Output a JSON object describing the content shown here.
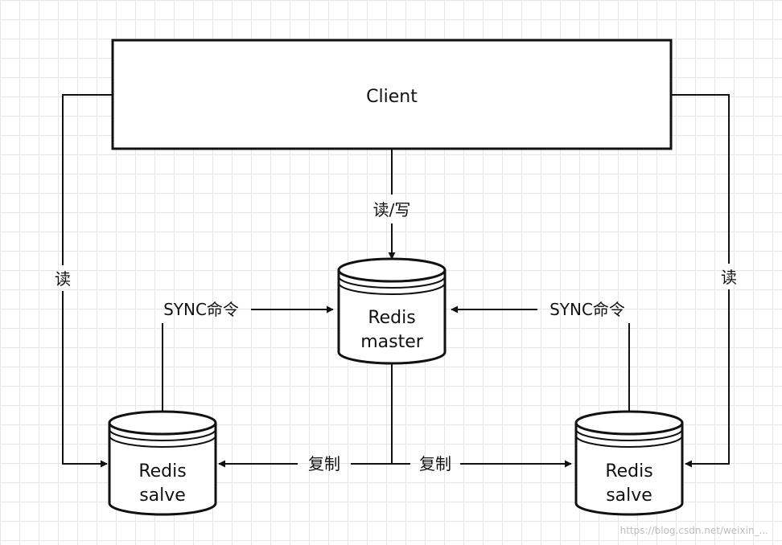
{
  "nodes": {
    "client": {
      "label": "Client"
    },
    "master": {
      "line1": "Redis",
      "line2": "master"
    },
    "slave_left": {
      "line1": "Redis",
      "line2": "salve"
    },
    "slave_right": {
      "line1": "Redis",
      "line2": "salve"
    }
  },
  "edges": {
    "client_to_master": "读/写",
    "client_to_left_slave": "读",
    "client_to_right_slave": "读",
    "left_sync": "SYNC命令",
    "right_sync": "SYNC命令",
    "replicate_left": "复制",
    "replicate_right": "复制"
  },
  "watermark": "https://blog.csdn.net/weixin_..."
}
